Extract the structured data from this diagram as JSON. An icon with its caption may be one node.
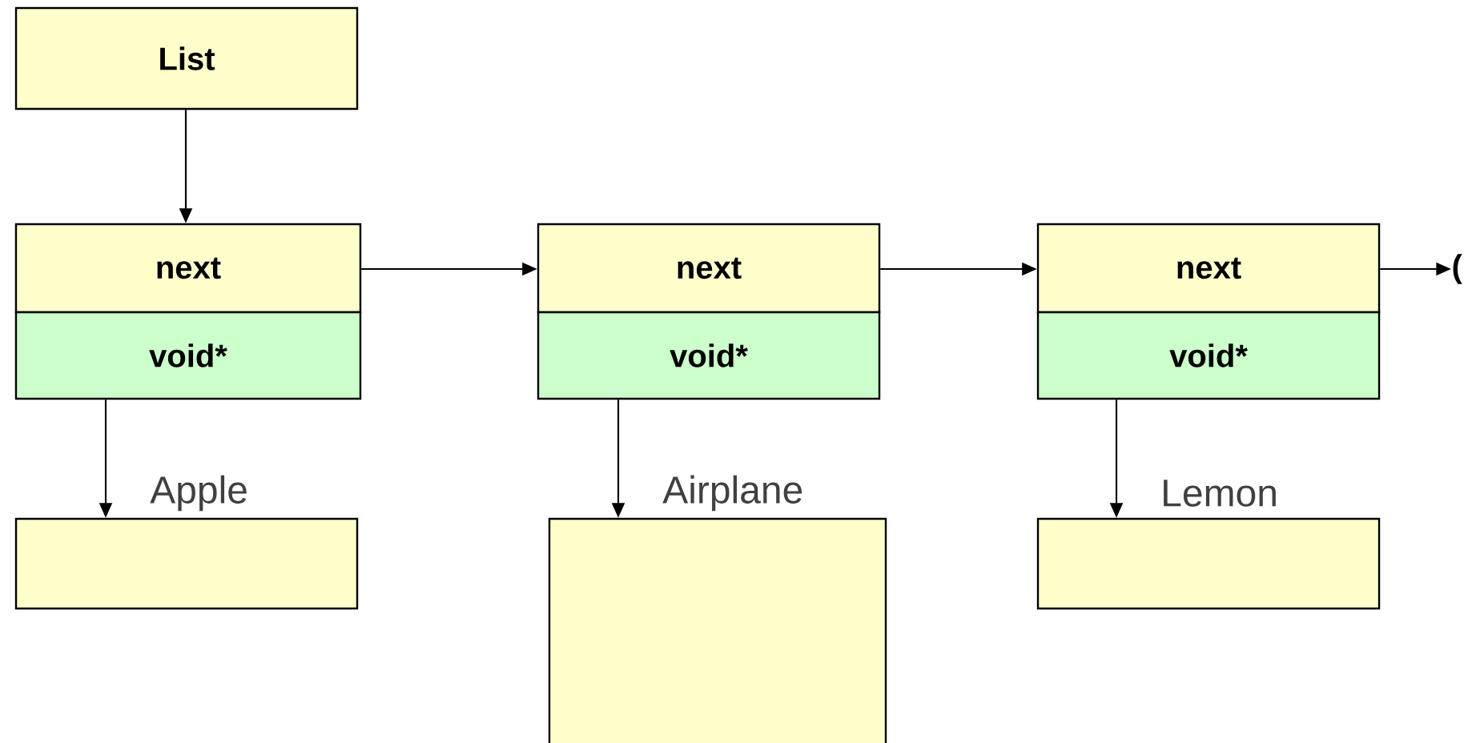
{
  "diagram": {
    "nodes": [
      {
        "text": [
          "List"
        ]
      },
      {
        "text": [
          "next"
        ]
      },
      {
        "text": [
          "void*"
        ]
      },
      {
        "text": [
          "next"
        ]
      },
      {
        "text": [
          "void*"
        ]
      },
      {
        "text": [
          "next"
        ]
      },
      {
        "text": [
          "void*"
        ]
      },
      {
        "text": [],
        "shape": "box"
      },
      {
        "text": [],
        "shape": "box"
      },
      {
        "text": [],
        "shape": "box"
      },
      {
        "text": [
          "("
        ]
      }
    ],
    "edges": [
      {
        "from": 0,
        "to": 1,
        "arrow": "to"
      },
      {
        "from": 1,
        "to": 3,
        "arrow": "to"
      },
      {
        "from": 3,
        "to": 5,
        "arrow": "to"
      },
      {
        "from": 5,
        "to": 10,
        "arrow": "to"
      },
      {
        "from": 2,
        "to": 7,
        "arrow": "to",
        "label": "Apple"
      },
      {
        "from": 4,
        "to": 8,
        "arrow": "to",
        "label": "Airplane"
      },
      {
        "from": 6,
        "to": 9,
        "arrow": "to",
        "label": "Lemon"
      }
    ]
  }
}
